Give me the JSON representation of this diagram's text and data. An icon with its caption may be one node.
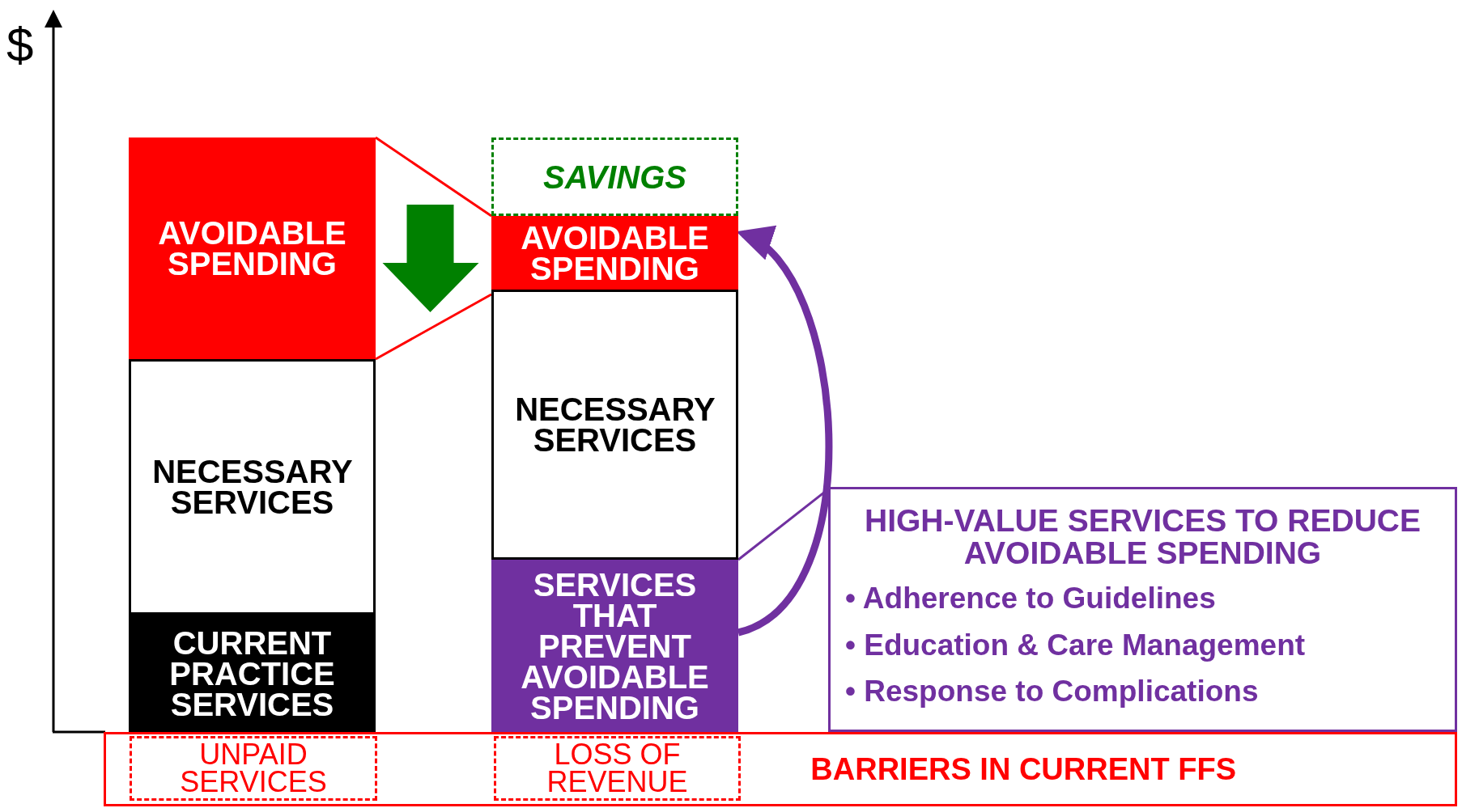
{
  "diagram": {
    "nodes": [
      {
        "text": [
          "AVOIDABLE SPENDING"
        ]
      },
      {
        "text": [
          "NECESSARY SERVICES"
        ]
      },
      {
        "text": [
          "CURRENT PRACTICE SERVICES"
        ]
      },
      {
        "text": [
          "SAVINGS"
        ]
      },
      {
        "text": [
          "AVOIDABLE SPENDING"
        ]
      },
      {
        "text": [
          "NECESSARY SERVICES"
        ]
      },
      {
        "text": [
          "SERVICES THAT PREVENT AVOIDABLE SPENDING"
        ]
      },
      {
        "text": [
          "HIGH-VALUE SERVICES TO REDUCE AVOIDABLE SPENDING",
          "• Adherence to Guidelines",
          "• Education & Care Management",
          "• Response to Complications"
        ]
      },
      {
        "text": [
          "BARRIERS IN CURRENT FFS"
        ]
      },
      {
        "text": [
          "UNPAID SERVICES"
        ],
        "in": 8
      },
      {
        "text": [
          "LOSS OF REVENUE"
        ],
        "in": 8
      }
    ],
    "edges": [
      {
        "from": 0,
        "to": 4,
        "arrow": "none",
        "color": "#ff0000"
      },
      {
        "from": 0,
        "to": 4,
        "arrow": "none",
        "color": "#ff0000"
      },
      {
        "from": 6,
        "to": 4,
        "arrow": "to",
        "style": "thick",
        "color": "#7030a0"
      },
      {
        "from": 6,
        "to": 7,
        "arrow": "none",
        "color": "#7030a0"
      },
      {
        "from": 0,
        "to": 4,
        "arrow": "to",
        "style": "thick",
        "color": "#008000"
      }
    ],
    "labels": [
      "$"
    ]
  }
}
